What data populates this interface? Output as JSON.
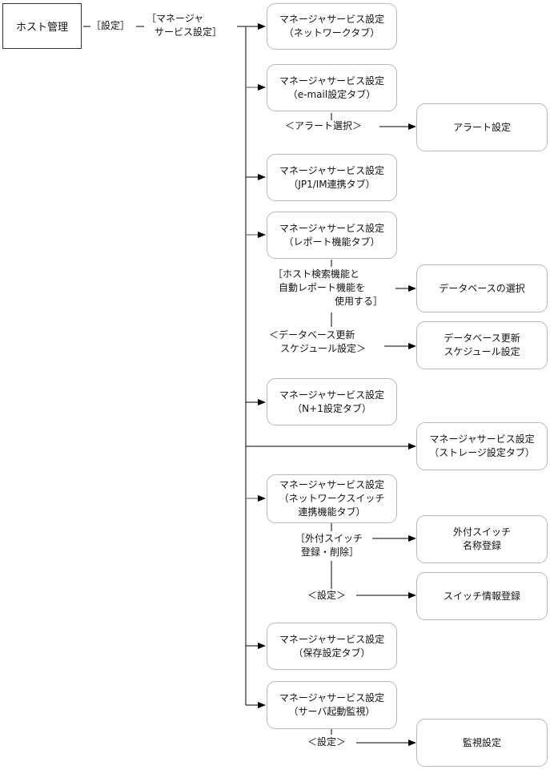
{
  "root": {
    "label": "ホスト管理"
  },
  "path_labels": {
    "settings": "［設定］",
    "manager_service_line1": "［マネージャ",
    "manager_service_line2": "サービス設定］"
  },
  "tabs": [
    {
      "line1": "マネージャサービス設定",
      "line2": "（ネットワークタブ）"
    },
    {
      "line1": "マネージャサービス設定",
      "line2": "（e-mail設定タブ）"
    },
    {
      "line1": "マネージャサービス設定",
      "line2": "（JP1/IM連携タブ）"
    },
    {
      "line1": "マネージャサービス設定",
      "line2": "（レポート機能タブ）"
    },
    {
      "line1": "マネージャサービス設定",
      "line2": "（N+1設定タブ）"
    },
    {
      "line1": "マネージャサービス設定",
      "line2": "（ストレージ設定タブ）"
    },
    {
      "line1": "マネージャサービス設定",
      "line2": "（ネットワークスイッチ",
      "line3": "連携機能タブ）"
    },
    {
      "line1": "マネージャサービス設定",
      "line2": "（保存設定タブ）"
    },
    {
      "line1": "マネージャサービス設定",
      "line2": "（サーバ起動監視）"
    }
  ],
  "actions": {
    "alert_select": "＜アラート選択＞",
    "use_host_search_line1": "［ホスト検索機能と",
    "use_host_search_line2": "自動レポート機能を",
    "use_host_search_line3": "使用する］",
    "db_schedule_line1": "＜データベース更新",
    "db_schedule_line2": "スケジュール設定＞",
    "ext_switch_line1": "［外付スイッチ",
    "ext_switch_line2": "登録・削除］",
    "switch_settings": "＜設定＞",
    "monitor_settings": "＜設定＞"
  },
  "dialogs": {
    "alert": "アラート設定",
    "db_select": "データベースの選択",
    "db_schedule_line1": "データベース更新",
    "db_schedule_line2": "スケジュール設定",
    "ext_switch_line1": "外付スイッチ",
    "ext_switch_line2": "名称登録",
    "switch_info": "スイッチ情報登録",
    "monitor": "監視設定"
  },
  "colors": {
    "line": "#000000",
    "trunk": "#555555",
    "box_border": "#b8b8b8"
  }
}
